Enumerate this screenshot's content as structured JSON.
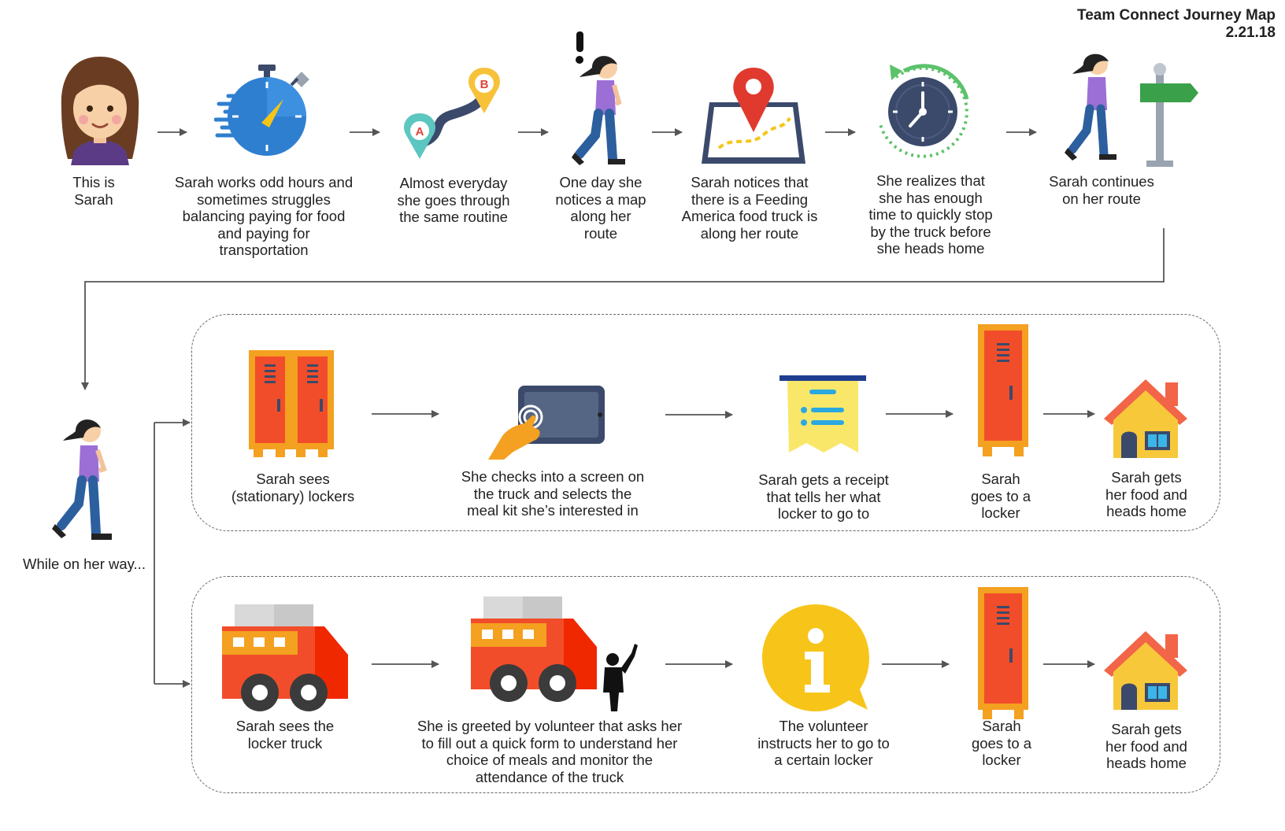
{
  "header": {
    "title": "Team Connect Journey Map",
    "date": "2.21.18"
  },
  "top_row": [
    {
      "icon": "sarah-face-icon",
      "lines": [
        "This is",
        "Sarah"
      ]
    },
    {
      "icon": "stopwatch-icon",
      "lines": [
        "Sarah works odd hours and",
        "sometimes struggles",
        "balancing paying for food",
        "and paying for",
        "transportation"
      ]
    },
    {
      "icon": "route-a-to-b-icon",
      "lines": [
        "Almost everyday",
        "she goes through",
        "the same routine"
      ]
    },
    {
      "icon": "walking-person-alert-icon",
      "lines": [
        "One day she",
        "notices a map",
        "along her",
        "route"
      ]
    },
    {
      "icon": "map-pin-icon",
      "lines": [
        "Sarah notices that",
        "there is a Feeding",
        "America food truck is",
        "along her route"
      ]
    },
    {
      "icon": "clock-icon",
      "lines": [
        "She realizes that",
        "she has enough",
        "time to quickly stop",
        "by the truck before",
        "she heads home"
      ]
    },
    {
      "icon": "walking-signpost-icon",
      "lines": [
        "Sarah continues",
        "on her route"
      ]
    }
  ],
  "branch": {
    "icon": "walking-person-icon",
    "lines": [
      "While on her way..."
    ]
  },
  "option_a": [
    {
      "icon": "stationary-lockers-icon",
      "lines": [
        "Sarah sees",
        "(stationary) lockers"
      ]
    },
    {
      "icon": "tablet-touch-icon",
      "lines": [
        "She checks into a screen on",
        "the truck and selects the",
        "meal kit she’s interested in"
      ]
    },
    {
      "icon": "receipt-icon",
      "lines": [
        "Sarah gets a receipt",
        "that tells her what",
        "locker to go to"
      ]
    },
    {
      "icon": "locker-icon",
      "lines": [
        "Sarah",
        "goes to a",
        "locker"
      ]
    },
    {
      "icon": "house-icon",
      "lines": [
        "Sarah gets",
        "her food and",
        "heads home"
      ]
    }
  ],
  "option_b": [
    {
      "icon": "locker-truck-icon",
      "lines": [
        "Sarah sees the",
        "locker truck"
      ]
    },
    {
      "icon": "truck-volunteer-icon",
      "lines": [
        "She is greeted by volunteer that asks her",
        "to fill out a quick form to understand her",
        "choice of meals and monitor the",
        "attendance of the truck"
      ]
    },
    {
      "icon": "info-bubble-icon",
      "lines": [
        "The volunteer",
        "instructs her to go to",
        "a certain locker"
      ]
    },
    {
      "icon": "locker-icon",
      "lines": [
        "Sarah",
        "goes to a",
        "locker"
      ]
    },
    {
      "icon": "house-icon",
      "lines": [
        "Sarah gets",
        "her food and",
        "heads home"
      ]
    }
  ]
}
